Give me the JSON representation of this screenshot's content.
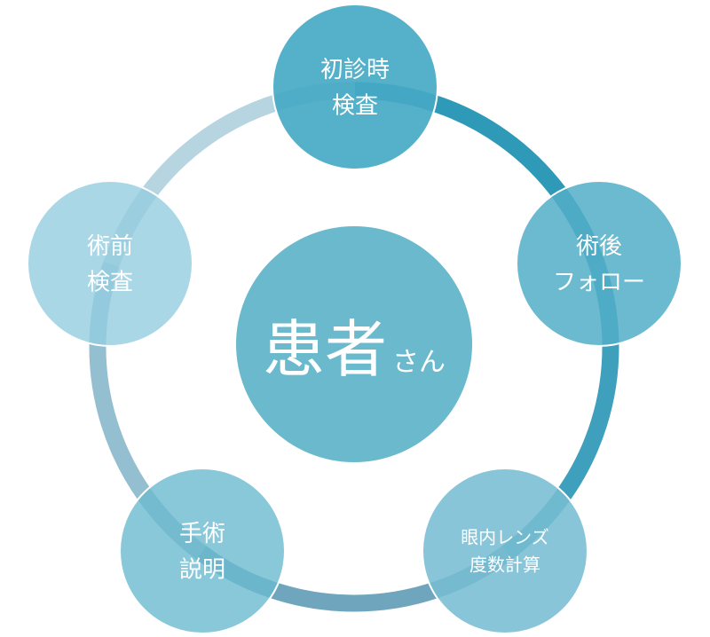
{
  "diagram": {
    "center": {
      "label_main": "患者",
      "label_sub": "さん",
      "color": "#6ab9cd"
    },
    "nodes": [
      {
        "id": "initial-exam",
        "lines": [
          "初診時",
          "検査"
        ],
        "color": "#46a9c4",
        "opacity": 0.92,
        "font": 26
      },
      {
        "id": "post-op-follow",
        "lines": [
          "術後",
          "フォロー"
        ],
        "color": "#52aec8",
        "opacity": 0.85,
        "font": 26
      },
      {
        "id": "iol-calc",
        "lines": [
          "眼内レンズ",
          "度数計算"
        ],
        "color": "#78bdd3",
        "opacity": 0.88,
        "font": 20
      },
      {
        "id": "surgery-expl",
        "lines": [
          "手術",
          "説明"
        ],
        "color": "#6cbad0",
        "opacity": 0.8,
        "font": 26
      },
      {
        "id": "pre-op-exam",
        "lines": [
          "術前",
          "検査"
        ],
        "color": "#93cde0",
        "opacity": 0.8,
        "font": 26
      }
    ],
    "ring_segments": [
      {
        "from": "initial-exam",
        "to": "post-op-follow",
        "color": "#2e9ab7"
      },
      {
        "from": "post-op-follow",
        "to": "iol-calc",
        "color": "#3fa0bd"
      },
      {
        "from": "iol-calc",
        "to": "surgery-expl",
        "color": "#6fa6bd"
      },
      {
        "from": "surgery-expl",
        "to": "pre-op-exam",
        "color": "#94bfd0"
      },
      {
        "from": "pre-op-exam",
        "to": "initial-exam",
        "color": "#b7d5e1"
      }
    ]
  }
}
